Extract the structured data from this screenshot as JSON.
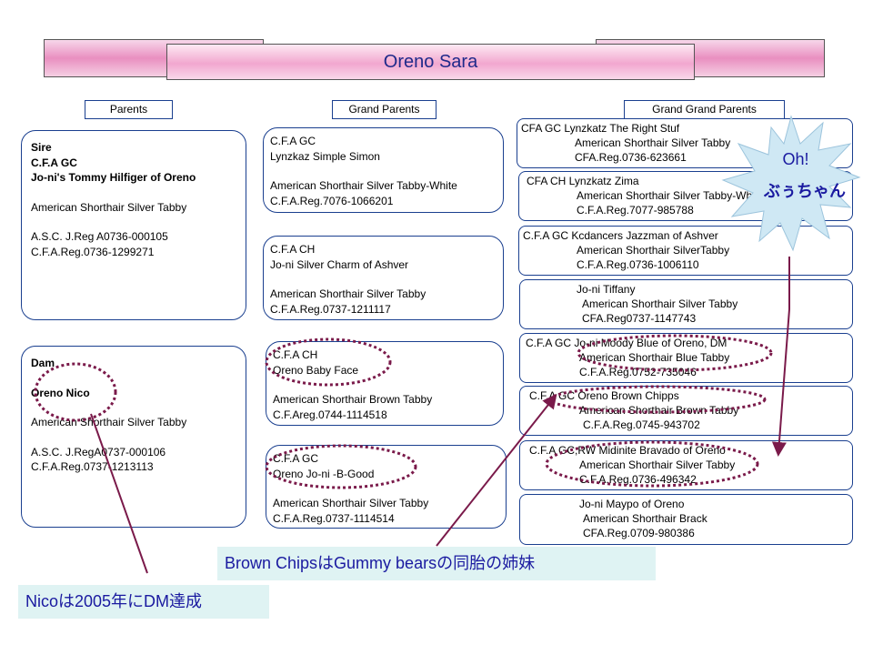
{
  "title": "Oreno  Sara",
  "headers": {
    "parents": "Parents",
    "grand_parents": "Grand Parents",
    "grand_grand_parents": "Grand Grand Parents"
  },
  "parents": {
    "sire": [
      "Sire",
      "C.F.A GC",
      "Jo-ni's Tommy Hilfiger of Oreno",
      "",
      "American Shorthair Silver Tabby",
      "",
      "A.S.C. J.Reg A0736-000105",
      "C.F.A.Reg.0736-1299271"
    ],
    "dam": [
      "Dam",
      "",
      "Oreno Nico",
      "",
      "American Shorthair Silver Tabby",
      "",
      "A.S.C. J.RegA0737-000106",
      "C.F.A.Reg.0737-1213113"
    ]
  },
  "grand_parents": [
    [
      "C.F.A GC",
      "Lynzkaz Simple Simon",
      "",
      "American Shorthair Silver Tabby-White",
      "C.F.A.Reg.7076-1066201"
    ],
    [
      "C.F.A CH",
      "Jo-ni Silver Charm of Ashver",
      "",
      "American Shorthair Silver Tabby",
      "C.F.A.Reg.0737-1211117"
    ],
    [
      "C.F.A CH",
      "Oreno Baby Face",
      "",
      "American Shorthair Brown Tabby",
      "C.F.Areg.0744-1114518"
    ],
    [
      "C.F.A GC",
      "Oreno Jo-ni -B-Good",
      "",
      "American Shorthair Silver Tabby",
      "C.F.A.Reg.0737-1114514"
    ]
  ],
  "grand_grand_parents": [
    [
      "CFA GC    Lynzkatz The Right Stuf",
      "American Shorthair Silver Tabby",
      "CFA.Reg.0736-623661"
    ],
    [
      "CFA CH Lynzkatz Zima",
      "American Shorthair Silver Tabby-White",
      "C.F.A.Reg.7077-985788"
    ],
    [
      "C.F.A GC  Kcdancers Jazzman of Ashver",
      "American Shorthair SilverTabby",
      "C.F.A.Reg.0736-1006110"
    ],
    [
      "Jo-ni Tiffany",
      "American Shorthair Silver Tabby",
      "CFA.Reg0737-1147743"
    ],
    [
      "C.F.A GC  Jo-ni Moody Blue of Oreno, DM",
      "American Shorthair Blue Tabby",
      "C.F.A.Reg.0752-735046"
    ],
    [
      "C.F.A GC Oreno Brown Chipps",
      "American Shorthair Brown Tabby",
      "C.F.A.Reg.0745-943702"
    ],
    [
      "C.F.A GC,RW   Midinite Bravado of Oreno",
      "American Shorthair Silver Tabby",
      "C.F.A.Reg.0736-496342"
    ],
    [
      "Jo-ni Maypo of Oreno",
      "American Shorthair Brack",
      "CFA.Reg.0709-980386"
    ]
  ],
  "callouts": {
    "oh_line1": "Oh!",
    "oh_line2": "ぶぅちゃん",
    "brown_chips": "Brown  ChipsはGummy bearsの同胎の姉妹",
    "nico_dm": "Nicoは2005年にDM達成"
  },
  "colors": {
    "box_border": "#1a3f8f",
    "banner_pink": "#f2a7cf",
    "title_text": "#1f2a8a",
    "arrow": "#7a1a4a",
    "highlight_ellipse": "#7a1a4a",
    "callout_bg": "#dff3f3",
    "starburst": "#cfe8f4"
  }
}
